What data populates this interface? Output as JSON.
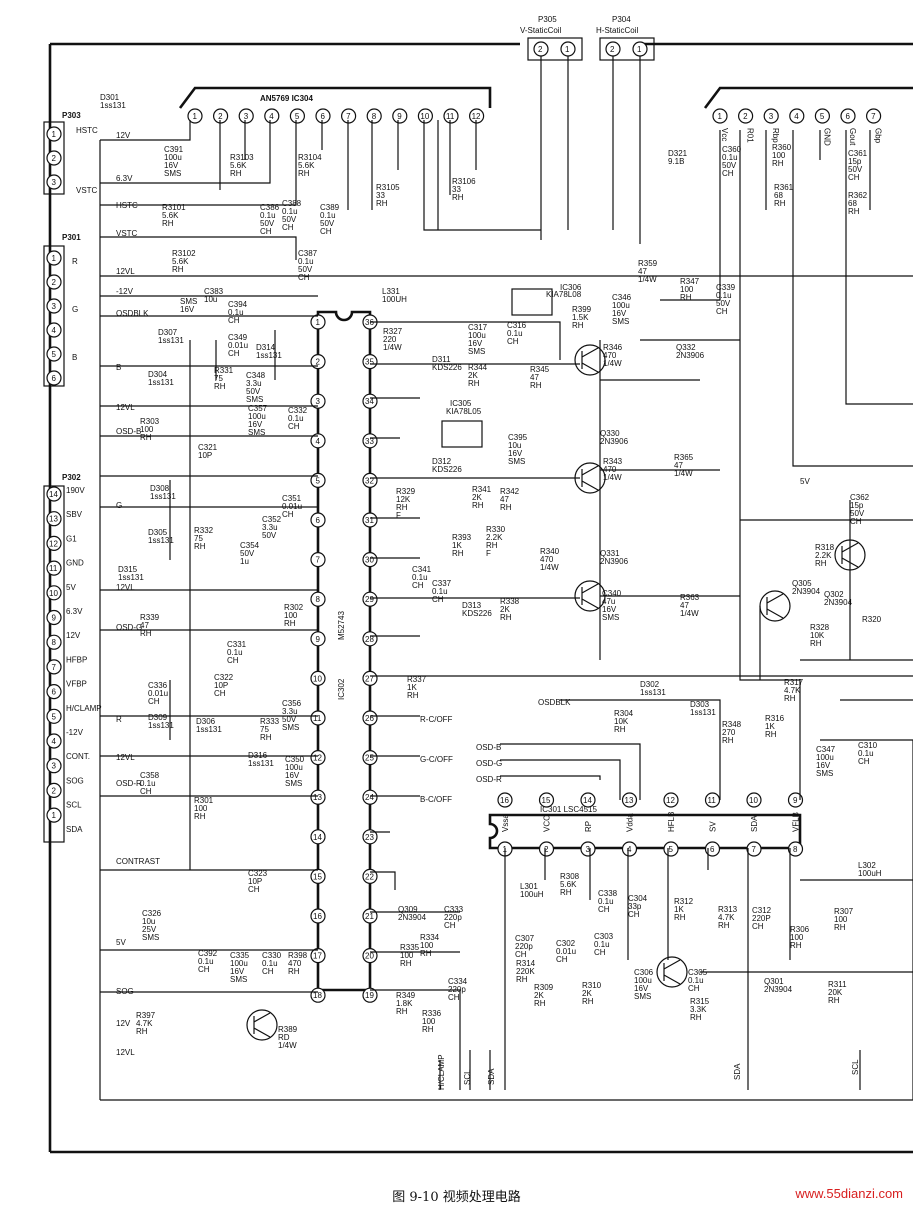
{
  "caption": "图 9-10   视频处理电路",
  "watermark": "www.55dianzi.com",
  "connectors": {
    "P305": {
      "name": "P305",
      "label": "V-StaticCoil",
      "pins": [
        "2",
        "1"
      ]
    },
    "P304": {
      "name": "P304",
      "label": "H-StaticCoil",
      "pins": [
        "2",
        "1"
      ]
    },
    "P303": {
      "name": "P303",
      "pins": [
        "1",
        "2",
        "3"
      ],
      "signals": [
        "HSTC",
        "VSTC"
      ]
    },
    "P301": {
      "name": "P301",
      "pins": [
        "1",
        "2",
        "3",
        "4",
        "5",
        "6"
      ],
      "signals": [
        "R",
        "G",
        "B"
      ]
    },
    "P302": {
      "name": "P302",
      "pins": [
        "14",
        "13",
        "12",
        "11",
        "10",
        "9",
        "8",
        "7",
        "6",
        "5",
        "4",
        "3",
        "2",
        "1"
      ],
      "signals": [
        "190V",
        "SBV",
        "G1",
        "GND",
        "5V",
        "6.3V",
        "12V",
        "HFBP",
        "VFBP",
        "H/CLAMP",
        "-12V",
        "CONT.",
        "SOG",
        "SCL",
        "SDA"
      ]
    }
  },
  "ics": {
    "IC304": {
      "part": "AN5769 IC304",
      "pins": [
        "1",
        "2",
        "3",
        "4",
        "5",
        "6",
        "7",
        "8",
        "9",
        "10",
        "11",
        "12"
      ]
    },
    "IC_right": {
      "pins": [
        "1",
        "2",
        "3",
        "4",
        "5",
        "6",
        "7"
      ],
      "labels": [
        "Vcc",
        "R01",
        "Rbp",
        "",
        "GND",
        "Gout",
        "Gbp"
      ]
    },
    "IC302": {
      "part": "M52743",
      "ref": "IC302",
      "left_pins": [
        "1",
        "2",
        "3",
        "4",
        "5",
        "6",
        "7",
        "8",
        "9",
        "10",
        "11",
        "12",
        "13",
        "14",
        "15",
        "16",
        "17",
        "18"
      ],
      "right_pins": [
        "36",
        "35",
        "34",
        "33",
        "32",
        "31",
        "30",
        "29",
        "28",
        "27",
        "26",
        "25",
        "24",
        "23",
        "22",
        "21",
        "20",
        "19"
      ]
    },
    "IC301": {
      "part": "IC301 LSC4515",
      "top_pins": [
        "16",
        "15",
        "14",
        "13",
        "12",
        "11",
        "10",
        "9"
      ],
      "bottom_pins": [
        "1",
        "2",
        "3",
        "4",
        "5",
        "6",
        "7",
        "8"
      ],
      "bottom_labels": [
        "Vssa",
        "VCO",
        "RP",
        "Vdda",
        "HFLB",
        "SV",
        "SDA",
        "VFLB"
      ]
    },
    "IC306": {
      "ref": "IC306",
      "part": "KIA78L08"
    },
    "IC305": {
      "ref": "IC305",
      "part": "KIA78L05"
    }
  },
  "left_bus_labels": [
    "12V",
    "6.3V",
    "HSTC",
    "VSTC",
    "12VL",
    "-12V",
    "OSDBLK",
    "B",
    "12VL",
    "OSD-B",
    "G",
    "12VL",
    "OSD-G",
    "R",
    "12VL",
    "OSD-R",
    "CONTRAST",
    "5V",
    "SOG",
    "12V",
    "12VL"
  ],
  "right_pin_labels": [
    "R-C/OFF",
    "G-C/OFF",
    "B-C/OFF"
  ],
  "bottom_labels": [
    "H/CLAMP",
    "SCL",
    "SDA",
    "SDA",
    "SCL"
  ],
  "mid_labels": [
    "OSDBLK",
    "OSD-B",
    "OSD-G",
    "OSD-R",
    "5V"
  ],
  "components": [
    "C391 100u 16V SMS",
    "R3103 5.6K RH",
    "R3104 5.6K RH",
    "R3105 33 RH",
    "R3106 33 RH",
    "R3101 5.6K RH",
    "R3102 5.6K RH",
    "C386 0.1u 50V CH",
    "C388 0.1u 50V CH",
    "C389 0.1u 50V CH",
    "C387 0.1u 50V CH",
    "C383 10u",
    "SMS 16V",
    "C394 0.1u CH",
    "L331 100UH",
    "R327 220 1/4W",
    "C349 0.01u CH",
    "D307 1ss131",
    "D314 1ss131",
    "R331 75 RH",
    "C348 3.3u 50V SMS",
    "D304 1ss131",
    "C317 100u 16V SMS",
    "C316 0.1u CH",
    "D311 KDS226",
    "R344 2K RH",
    "R345 47 RH",
    "C357 100u 16V SMS",
    "C332 0.1u CH",
    "R303 100 RH",
    "C321 10P",
    "C395 10u 16V SMS",
    "D312 KDS226",
    "R329 12K RH F",
    "R341 2K RH",
    "R342 47 RH",
    "D308 1ss131",
    "D305 1ss131",
    "R332 75 RH",
    "C354 50V 1u",
    "C351 0.01u CH",
    "C352 3.3u 50V",
    "D315 1ss131",
    "R393 1K RH",
    "R330 2.2K RH F",
    "C341 0.1u CH",
    "C337 0.1u CH",
    "D313 KDS226",
    "R338 2K RH",
    "R339 47 RH",
    "R302 100 RH",
    "C331 0.1u CH",
    "C322 10P CH",
    "C336 0.01u CH",
    "D309 1ss131",
    "D306 1ss131",
    "R333 75 RH",
    "C356 3.3u 50V SMS",
    "D316 1ss131",
    "C350 100u 16V SMS",
    "C358 0.1u CH",
    "R301 100 RH",
    "C323 10P CH",
    "C326 10u 25V SMS",
    "C392 0.1u CH",
    "C335 100u 16V SMS",
    "C330 0.1u CH",
    "R398 470 RH",
    "R397 4.7K RH",
    "R389 RD 1/4W",
    "Q309 2N3904",
    "C333 220p CH",
    "R334 100 RH",
    "R335 100 RH",
    "C334 220p CH",
    "R349 1.8K RH",
    "R336 100 RH",
    "R399 1.5K RH",
    "R346 470 1/4W",
    "Q330 2N3906",
    "R343 470 1/4W",
    "Q331 2N3906",
    "R340 470 1/4W",
    "C340 47u 16V SMS",
    "Q332 2N3906",
    "R365 47 1/4W",
    "R363 47 1/4W",
    "R359 47 1/4W",
    "R347 100 RH",
    "C346 100u 16V SMS",
    "C339 0.1u 50V CH",
    "D321 9.1B",
    "C360 0.1u 50V CH",
    "R360 100 RH",
    "R361 68 RH",
    "C361 15p 50V CH",
    "R362 68 RH",
    "C362 15p 50V CH",
    "R318 2.2K RH",
    "Q305 2N3904",
    "Q302 2N3904",
    "R320",
    "R328 10K RH",
    "D302 1ss131",
    "D303 1ss131",
    "R304 10K RH",
    "R337 1K RH",
    "R348 270 RH",
    "R317 4.7K RH",
    "R316 1K RH",
    "C347 100u 16V SMS",
    "C310 0.1u CH",
    "L302 100uH",
    "L301 100uH",
    "R308 5.6K RH",
    "C338 0.1u CH",
    "C304 33p CH",
    "R312 1K RH",
    "R313 4.7K RH",
    "C312 220P CH",
    "R307 100 RH",
    "R306 100 RH",
    "C307 220p CH",
    "C302 0.01u CH",
    "C303 0.1u CH",
    "R314 220K RH",
    "R309 2K RH",
    "R310 2K RH",
    "C306 100u 16V SMS",
    "C305 0.1u CH",
    "Q301 2N3904",
    "R311 20K RH",
    "R315 3.3K RH",
    "D301 1ss131"
  ]
}
